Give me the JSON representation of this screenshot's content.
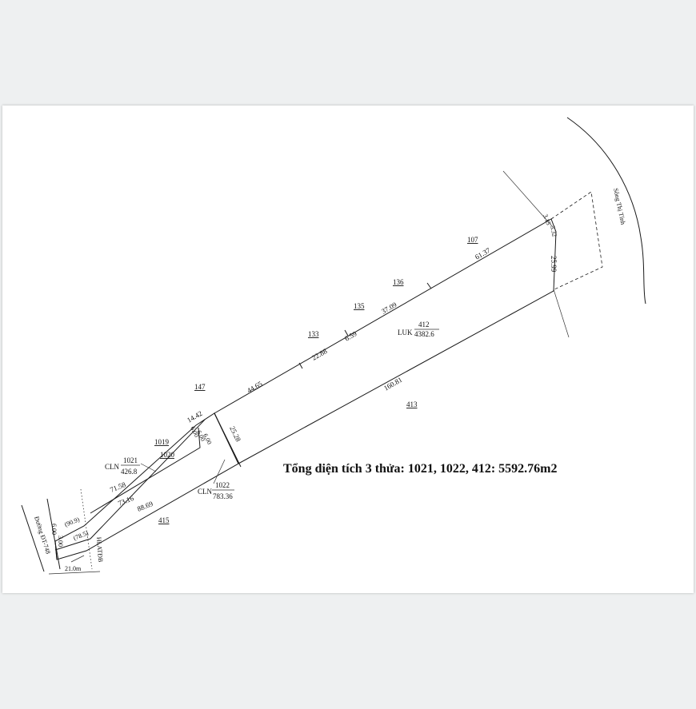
{
  "parcels": {
    "p107": "107",
    "p136": "136",
    "p135": "135",
    "p133": "133",
    "p147": "147",
    "p1019": "1019",
    "p1020": "1020",
    "p413": "413",
    "p415": "415"
  },
  "luk": {
    "type": "LUK",
    "number": "412",
    "area": "4382.6"
  },
  "cln_1021": {
    "type": "CLN",
    "number": "1021",
    "area": "426.8"
  },
  "cln_1022": {
    "type": "CLN",
    "number": "1022",
    "area": "783.36"
  },
  "dimensions": {
    "d61_37": "61.37",
    "d37_09": "37.09",
    "d6_59": "6.59",
    "d22_88": "22.88",
    "d44_65": "44.65",
    "d14_42": "14.42",
    "d25_28": "25.28",
    "d6_00_a": "6.00",
    "d6_00_b": "6.00",
    "d6_00_c": "6.00",
    "d160_81": "160.81",
    "d71_58": "71.58",
    "d73_16": "73.16",
    "d88_69": "88.69",
    "d25_99": "25.99",
    "d3_15": "3.15",
    "d3_32": "3.32",
    "d90_9": "(90.9)",
    "d78_5": "(78.5)",
    "d6_00_left": "6.00",
    "d3_00_left": "3.00",
    "d21_0": "21.0m"
  },
  "road_label": "Đường ĐT-748",
  "hlatdb_label": "HLATĐB",
  "river_label": "Sông Thị Tính",
  "total_area": "Tổng diện tích 3 thửa: 1021, 1022, 412:  5592.76m2"
}
